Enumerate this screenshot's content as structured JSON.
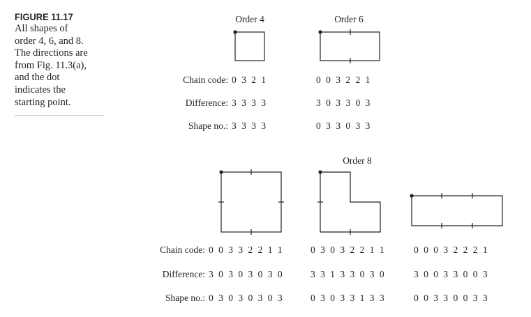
{
  "figure": {
    "label": "FIGURE 11.17",
    "caption_lines": [
      "All shapes of",
      "order 4, 6, and 8.",
      "The directions are",
      "from Fig. 11.3(a),",
      "and the dot",
      "indicates the",
      "starting point."
    ]
  },
  "row_labels": {
    "chain_code": "Chain code:",
    "difference": "Difference:",
    "shape_no": "Shape no.:"
  },
  "titles": {
    "order4": "Order 4",
    "order6": "Order 6",
    "order8": "Order 8"
  },
  "shapes": {
    "order4": {
      "chain": "0 3 2 1",
      "difference": "3 3 3 3",
      "shape_no": "3 3 3 3"
    },
    "order6": {
      "chain": "0 0 3 2 2 1",
      "difference": "3 0 3 3 0 3",
      "shape_no": "0 3 3 0 3 3"
    },
    "order8_square": {
      "chain": "0 0 3 3 2 2 1 1",
      "difference": "3 0 3 0 3 0 3 0",
      "shape_no": "0 3 0 3 0 3 0 3"
    },
    "order8_lshape": {
      "chain": "0 3 0 3 2 2 1 1",
      "difference": "3 3 1 3 3 0 3 0",
      "shape_no": "0 3 0 3 3 1 3 3"
    },
    "order8_rect": {
      "chain": "0 0 0 3 2 2 2 1",
      "difference": "3 0 0 3 3 0 0 3",
      "shape_no": "0 0 3 3 0 0 3 3"
    }
  }
}
